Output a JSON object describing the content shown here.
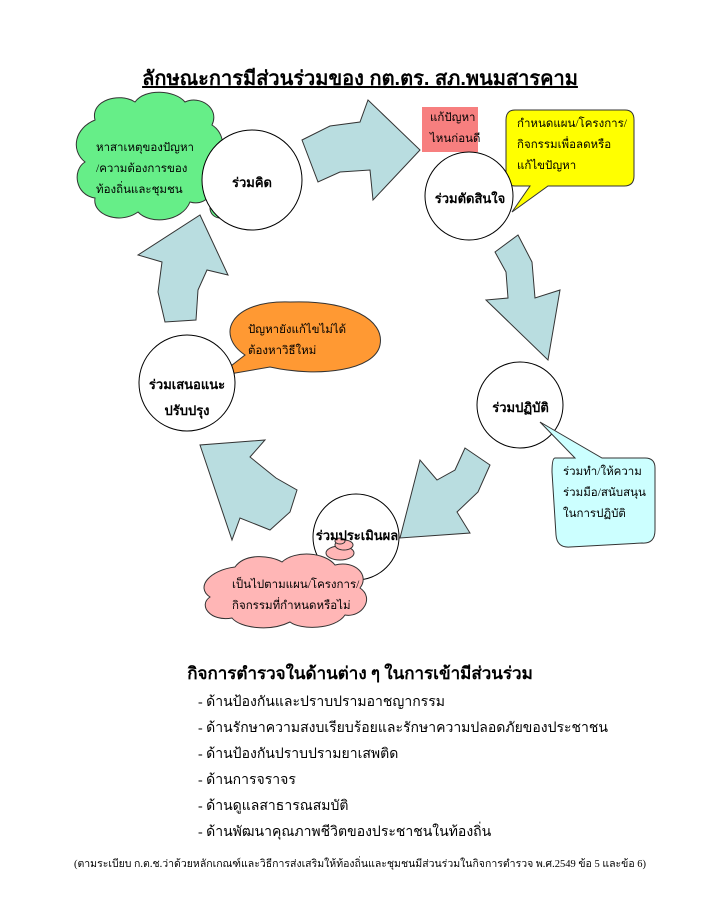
{
  "title": "ลักษณะการมีส่วนร่วมของ กต.ตร. สภ.พนมสารคาม",
  "cycle": {
    "think": {
      "label": "ร่วมคิด",
      "note": [
        "หาสาเหตุของปัญหา",
        "/ความต้องการของ",
        "ท้องถิ่นและชุมชน"
      ]
    },
    "decide": {
      "label": "ร่วมตัดสินใจ",
      "tag": [
        "แก้ปัญหา",
        "ไหนก่อนดี"
      ],
      "note": [
        "กำหนดแผน/โครงการ/",
        "กิจกรรมเพื่อลดหรือ",
        "แก้ไขปัญหา"
      ]
    },
    "act": {
      "label": "ร่วมปฏิบัติ",
      "note": [
        "ร่วมทำ/ให้ความ",
        "ร่วมมือ/สนับสนุน",
        "ในการปฏิบัติ"
      ]
    },
    "evaluate": {
      "label": "ร่วมประเมินผล",
      "note": [
        "เป็นไปตามแผน/โครงการ/",
        "กิจกรรมที่กำหนดหรือไม่"
      ]
    },
    "improve": {
      "label": [
        "ร่วมเสนอแนะ",
        "ปรับปรุง"
      ],
      "note": [
        "ปัญหายังแก้ไขไม่ได้",
        "ต้องหาวิธีใหม่"
      ]
    }
  },
  "colors": {
    "arrow": "#b9dde0",
    "green": "#66ee88",
    "pink_tag": "#f77f7f",
    "yellow": "#ffff00",
    "cyan": "#ccffff",
    "orange": "#ff9933",
    "pink_cloud": "#ffb6b6"
  },
  "activities": {
    "heading": "กิจการตำรวจในด้านต่าง ๆ ในการเข้ามีส่วนร่วม",
    "items": [
      "- ด้านป้องกันและปราบปรามอาชญากรรม",
      "- ด้านรักษาความสงบเรียบร้อยและรักษาความปลอดภัยของประชาชน",
      "- ด้านป้องกันปราบปรามยาเสพติด",
      "- ด้านการจราจร",
      "- ด้านดูแลสาธารณสมบัติ",
      "- ด้านพัฒนาคุณภาพชีวิตของประชาชนในท้องถิ่น"
    ],
    "footnote": "(ตามระเบียบ ก.ต.ช.ว่าด้วยหลักเกณฑ์และวิธีการส่งเสริมให้ท้องถิ่นและชุมชนมีส่วนร่วมในกิจการตำรวจ พ.ศ.2549 ข้อ 5 และข้อ 6)"
  }
}
